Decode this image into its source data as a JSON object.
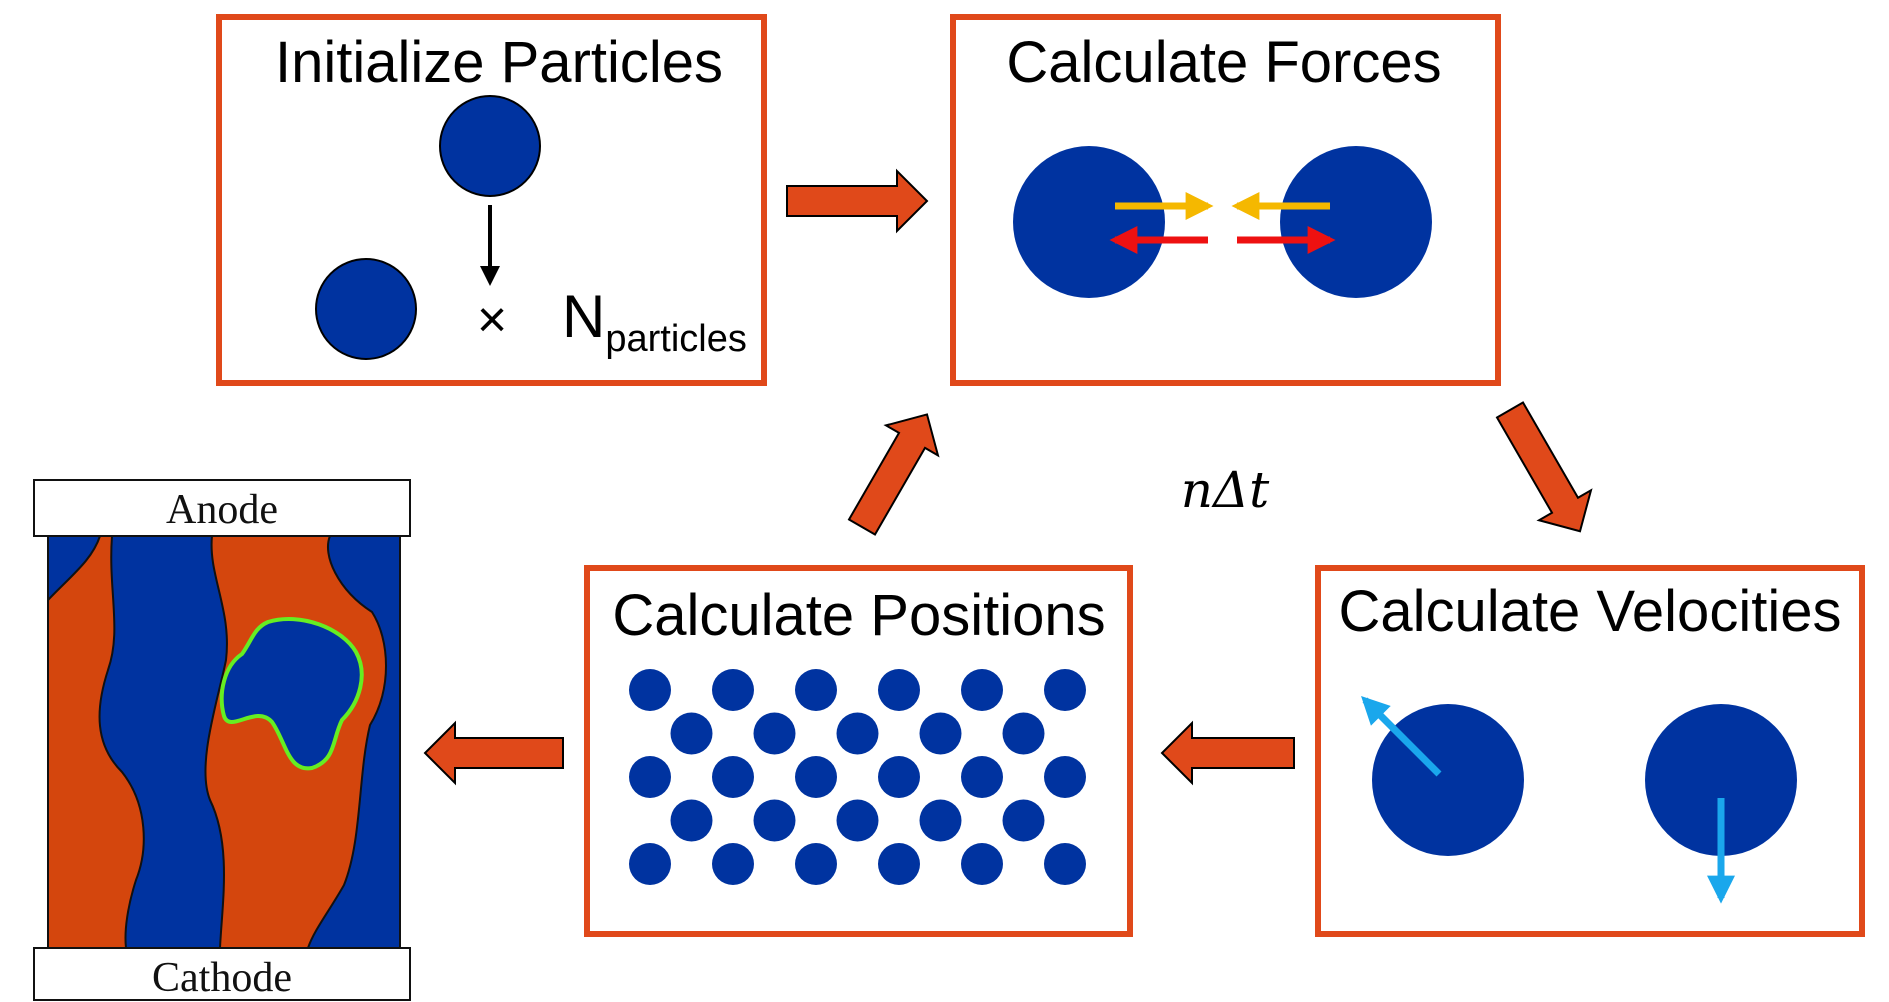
{
  "colors": {
    "box_border": "#e0491a",
    "flow_arrow_fill": "#e0491a",
    "flow_arrow_stroke": "#000000",
    "particle": "#0033a0",
    "force_yellow": "#f5b800",
    "force_red": "#ee1111",
    "velocity_arrow": "#1aa7ec",
    "electrode_orange": "#d4460d",
    "electrode_blue": "#0033a0",
    "highlight_green": "#66ee22"
  },
  "boxes": {
    "initialize": {
      "title": "Initialize Particles",
      "multiplier": "×",
      "count_symbol": "N",
      "count_subscript": "particles"
    },
    "forces": {
      "title": "Calculate Forces"
    },
    "velocities": {
      "title": "Calculate Velocities"
    },
    "positions": {
      "title": "Calculate Positions"
    }
  },
  "loop_label": "nΔt",
  "electrode": {
    "top_label": "Anode",
    "bottom_label": "Cathode"
  },
  "icons": {
    "flow_arrow": "block-arrow-icon",
    "particle": "particle-circle-icon"
  }
}
